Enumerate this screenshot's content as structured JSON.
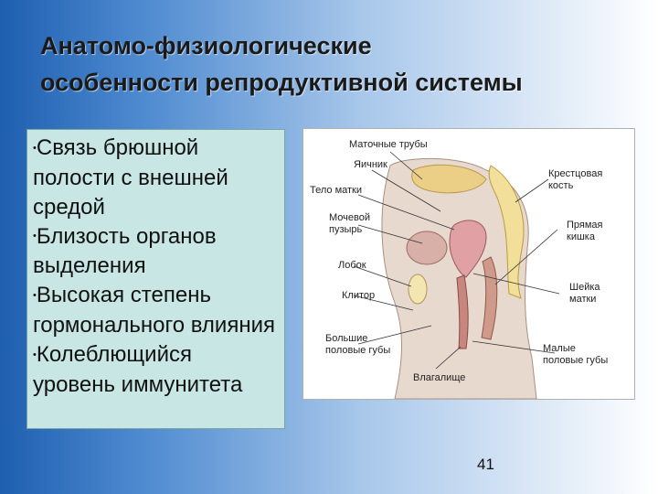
{
  "slide": {
    "title_lines": [
      "Анатомо-физиологические",
      "особенности репродуктивной системы"
    ],
    "bullets": [
      "Связь брюшной полости с внешней средой",
      "Близость органов выделения",
      "Высокая степень гормонального влияния",
      "Колеблющийся уровень иммунитета"
    ],
    "page_number": "41"
  },
  "figure": {
    "labels": {
      "fallopian_tubes": "Маточные трубы",
      "ovary": "Яичник",
      "uterus_body": "Тело матки",
      "bladder_1": "Мочевой",
      "bladder_2": "пузырь",
      "pubis": "Лобок",
      "clitoris": "Клитор",
      "labia_majora_1": "Большие",
      "labia_majora_2": "половые губы",
      "vagina": "Влагалище",
      "sacrum_1": "Крестцовая",
      "sacrum_2": "кость",
      "rectum_1": "Прямая",
      "rectum_2": "кишка",
      "cervix_1": "Шейка",
      "cervix_2": "матки",
      "labia_minora_1": "Малые",
      "labia_minora_2": "половые губы"
    }
  }
}
